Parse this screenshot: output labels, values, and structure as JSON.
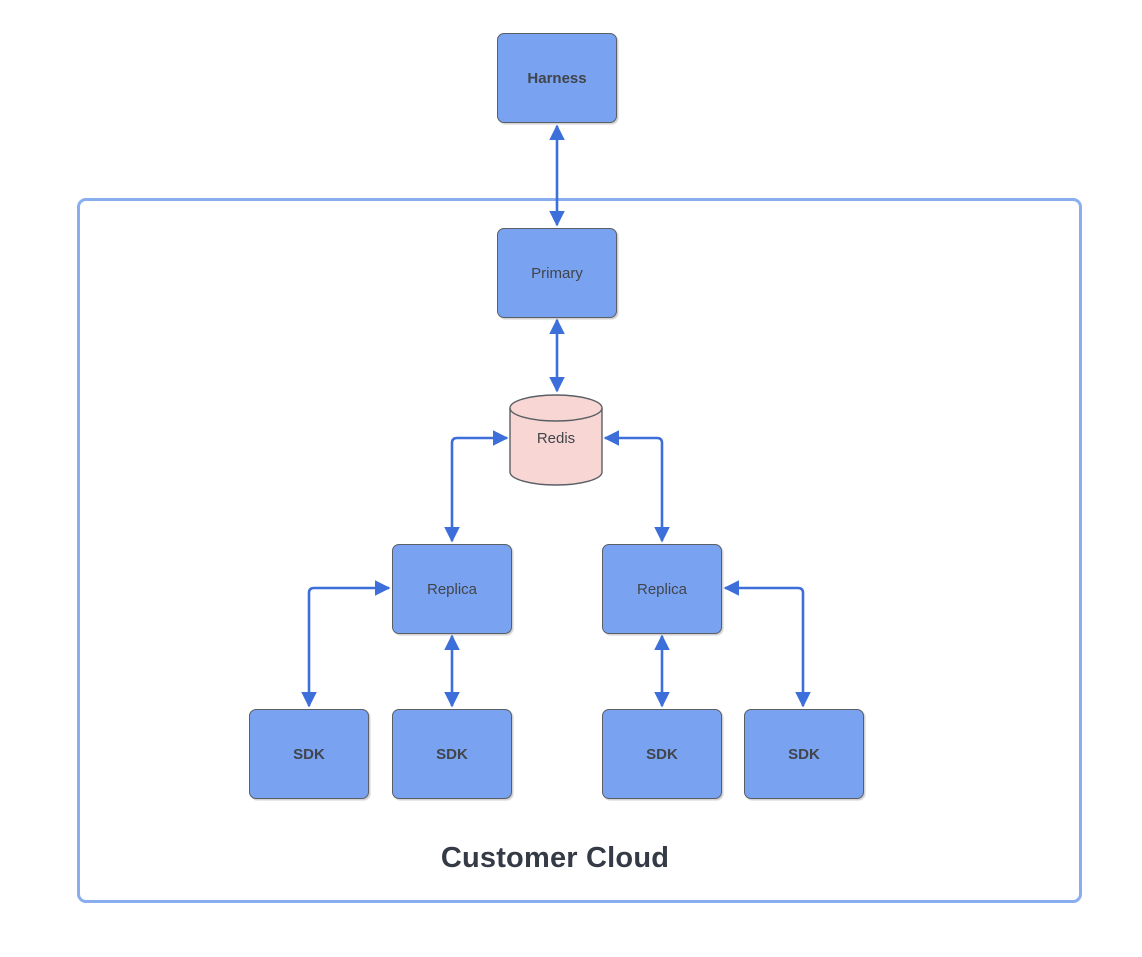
{
  "diagram": {
    "container_label": "Customer Cloud",
    "nodes": {
      "harness": {
        "label": "Harness",
        "shape": "rectangle",
        "emphasis": "bold"
      },
      "primary": {
        "label": "Primary",
        "shape": "rectangle",
        "emphasis": "regular"
      },
      "redis": {
        "label": "Redis",
        "shape": "cylinder",
        "emphasis": "regular"
      },
      "replica_left": {
        "label": "Replica",
        "shape": "rectangle",
        "emphasis": "regular"
      },
      "replica_right": {
        "label": "Replica",
        "shape": "rectangle",
        "emphasis": "regular"
      },
      "sdk_1": {
        "label": "SDK",
        "shape": "rectangle",
        "emphasis": "bold"
      },
      "sdk_2": {
        "label": "SDK",
        "shape": "rectangle",
        "emphasis": "bold"
      },
      "sdk_3": {
        "label": "SDK",
        "shape": "rectangle",
        "emphasis": "bold"
      },
      "sdk_4": {
        "label": "SDK",
        "shape": "rectangle",
        "emphasis": "bold"
      }
    },
    "connections": [
      {
        "from": "harness",
        "to": "primary",
        "direction": "bidirectional",
        "route": "straight-vertical"
      },
      {
        "from": "primary",
        "to": "redis",
        "direction": "bidirectional",
        "route": "straight-vertical"
      },
      {
        "from": "replica_left",
        "to": "redis",
        "direction": "bidirectional",
        "route": "elbow-up-right"
      },
      {
        "from": "replica_right",
        "to": "redis",
        "direction": "bidirectional",
        "route": "elbow-up-left"
      },
      {
        "from": "replica_left",
        "to": "sdk_2",
        "direction": "bidirectional",
        "route": "straight-vertical"
      },
      {
        "from": "replica_right",
        "to": "sdk_3",
        "direction": "bidirectional",
        "route": "straight-vertical"
      },
      {
        "from": "sdk_1",
        "to": "replica_left",
        "direction": "bidirectional",
        "route": "elbow-up-right"
      },
      {
        "from": "sdk_4",
        "to": "replica_right",
        "direction": "bidirectional",
        "route": "elbow-up-left"
      }
    ],
    "colors": {
      "node_fill": "#79A3F0",
      "node_border": "#5A5F66",
      "redis_fill": "#F8D6D4",
      "redis_border": "#5A5F66",
      "arrow": "#3C6FD9",
      "container_border": "#89AEF0",
      "label_text": "#41454B",
      "title_text": "#343B46"
    }
  }
}
